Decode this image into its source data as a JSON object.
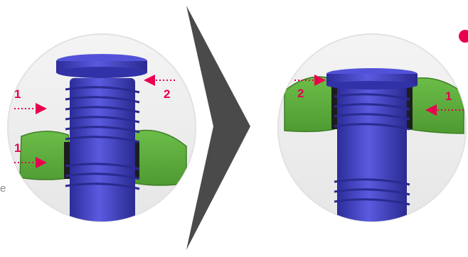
{
  "colors": {
    "marker": "#e8004e",
    "circle_fill": "#efefef",
    "circle_stroke": "#e2e2e2",
    "screw_blue": "#3f3fc6",
    "screw_dark": "#2a2a96",
    "bone_green": "#5fae3e",
    "chevron": "#4a4a4a",
    "edge_text": "#8a8a8a"
  },
  "left_panel": {
    "labels": [
      "1",
      "1",
      "2"
    ]
  },
  "right_panel": {
    "labels": [
      "2",
      "1"
    ]
  },
  "edge_text": "e",
  "icons": [
    "arrow-right-icon",
    "arrow-left-icon",
    "chevron-right-icon",
    "record-dot-icon"
  ]
}
